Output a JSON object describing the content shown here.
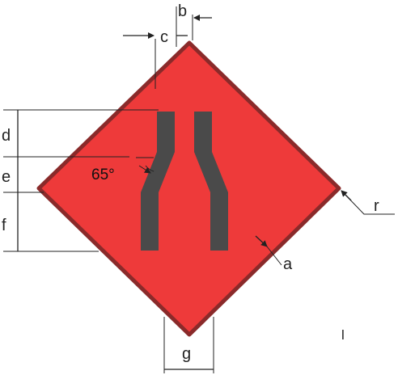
{
  "sign": {
    "fill_color": "#ee3a3a",
    "border_color": "#8a2a2a",
    "symbol_color": "#4a4a4a"
  },
  "labels": {
    "a": "a",
    "b": "b",
    "c": "c",
    "d": "d",
    "e": "e",
    "f": "f",
    "g": "g",
    "r": "r",
    "angle": "65°",
    "mark": "l"
  }
}
